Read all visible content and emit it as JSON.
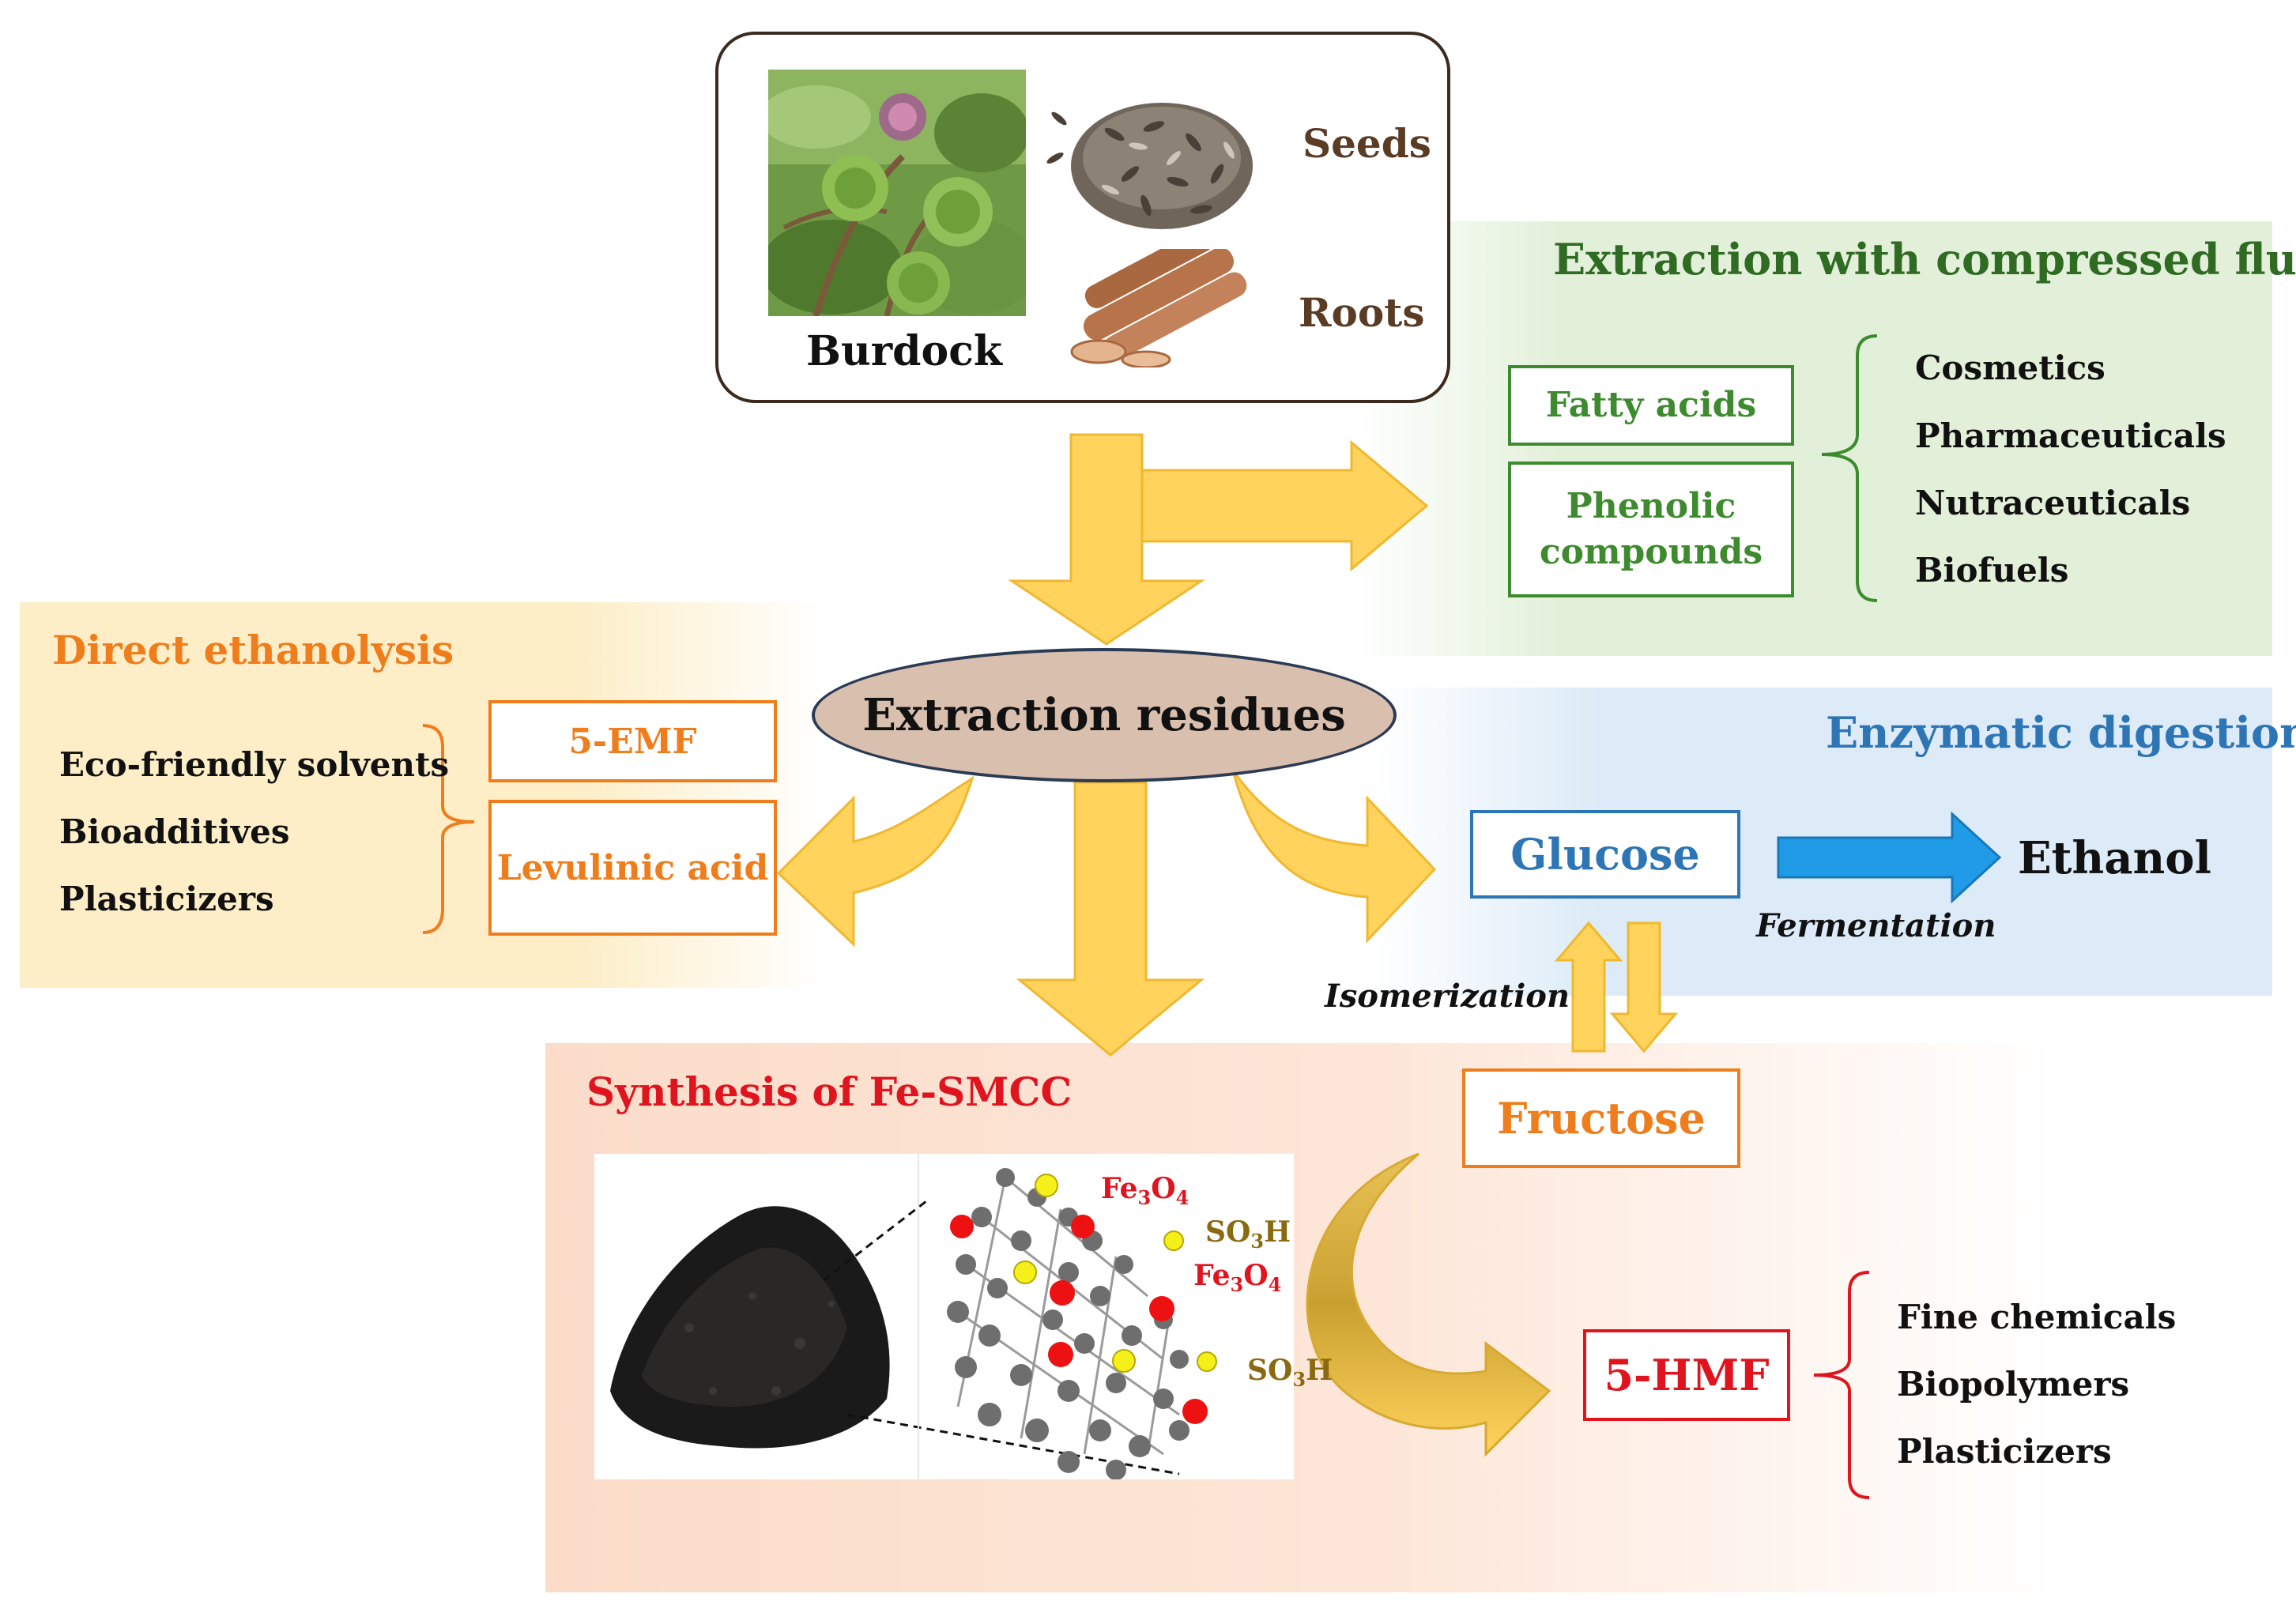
{
  "burdock": {
    "plant_label": "Burdock",
    "seeds_label": "Seeds",
    "roots_label": "Roots"
  },
  "compressed_fluids": {
    "title": "Extraction with compressed fluids",
    "products": [
      "Fatty acids",
      "Phenolic compounds"
    ],
    "applications": [
      "Cosmetics",
      "Pharmaceuticals",
      "Nutraceuticals",
      "Biofuels"
    ]
  },
  "residues": {
    "label": "Extraction residues"
  },
  "ethanolysis": {
    "title": "Direct ethanolysis",
    "products": [
      "5-EMF",
      "Levulinic acid"
    ],
    "applications": [
      "Eco-friendly solvents",
      "Bioadditives",
      "Plasticizers"
    ]
  },
  "enzymatic": {
    "title": "Enzymatic digestion",
    "glucose": "Glucose",
    "ethanol": "Ethanol",
    "fermentation": "Fermentation",
    "isomerization": "Isomerization",
    "fructose": "Fructose"
  },
  "fe_smcc": {
    "title": "Synthesis of Fe-SMCC",
    "labels": [
      "Fe3O4",
      "SO3H",
      "Fe3O4",
      "SO3H"
    ]
  },
  "hmf": {
    "product": "5-HMF",
    "applications": [
      "Fine chemicals",
      "Biopolymers",
      "Plasticizers"
    ]
  },
  "colors": {
    "arrow_yellow": "#ffd35c",
    "green": "#3d8b2e",
    "orange": "#ef7d1b",
    "blue": "#2e75b6",
    "red": "#e0141e",
    "ellipse": "#d9bfae"
  }
}
